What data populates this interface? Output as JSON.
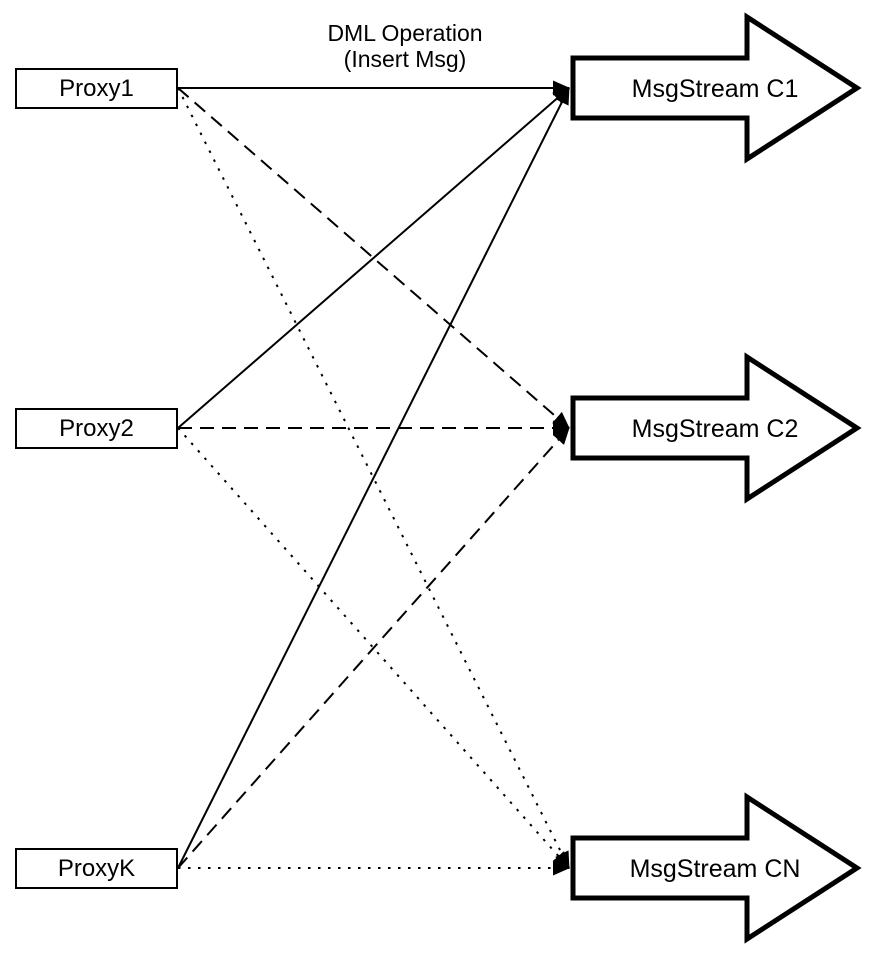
{
  "title": {
    "line1": "DML Operation",
    "line2": "(Insert Msg)"
  },
  "proxies": [
    {
      "id": "proxy1",
      "label": "Proxy1"
    },
    {
      "id": "proxy2",
      "label": "Proxy2"
    },
    {
      "id": "proxyk",
      "label": "ProxyK"
    }
  ],
  "streams": [
    {
      "id": "c1",
      "label": "MsgStream C1"
    },
    {
      "id": "c2",
      "label": "MsgStream C2"
    },
    {
      "id": "cn",
      "label": "MsgStream CN"
    }
  ],
  "edges": [
    {
      "from": "proxy1",
      "to": "c1",
      "style": "solid"
    },
    {
      "from": "proxy1",
      "to": "c2",
      "style": "dashed"
    },
    {
      "from": "proxy1",
      "to": "cn",
      "style": "dotted"
    },
    {
      "from": "proxy2",
      "to": "c1",
      "style": "solid"
    },
    {
      "from": "proxy2",
      "to": "c2",
      "style": "dashed"
    },
    {
      "from": "proxy2",
      "to": "cn",
      "style": "dotted"
    },
    {
      "from": "proxyk",
      "to": "c1",
      "style": "solid"
    },
    {
      "from": "proxyk",
      "to": "c2",
      "style": "dashed"
    },
    {
      "from": "proxyk",
      "to": "cn",
      "style": "dotted"
    }
  ],
  "colors": {
    "line": "#000000",
    "node_fill": "#ffffff",
    "text": "#000000"
  }
}
